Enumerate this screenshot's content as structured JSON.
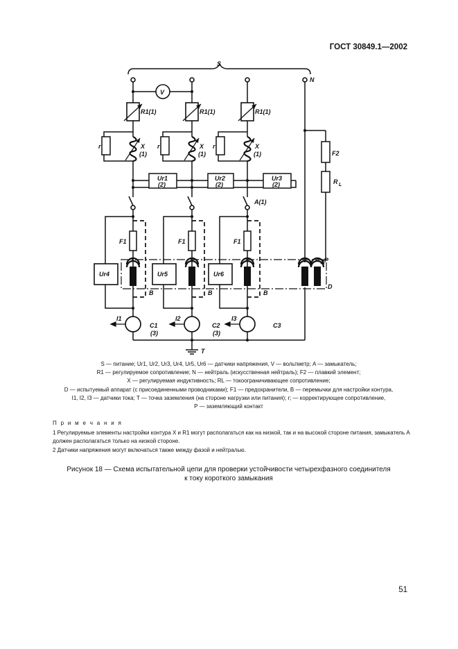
{
  "header": {
    "standard": "ГОСТ 30849.1—2002"
  },
  "diagram": {
    "labels": {
      "S": "S",
      "N": "N",
      "V": "V",
      "R1": "R1(1)",
      "X": "X",
      "X_sub": "(1)",
      "r": "r",
      "Ur1": "Ur1",
      "Ur2": "Ur2",
      "Ur3": "Ur3",
      "Ur_sub": "(2)",
      "A": "A(1)",
      "F1": "F1",
      "F2": "F2",
      "RL": "R",
      "RL_sub": "L",
      "Ur4": "Ur4",
      "Ur5": "Ur5",
      "Ur6": "Ur6",
      "B": "B",
      "D": "D",
      "P": "P",
      "I1": "I1",
      "I2": "I2",
      "I3": "I3",
      "C1": "C1",
      "C2": "C2",
      "C3": "C3",
      "C_sub": "(3)",
      "T": "T"
    }
  },
  "legend": {
    "lines": [
      "S — питание; Ur1, Ur2, Ur3, Ur4, Ur5, Ur6 — датчики напряжения, V — вольтметр; A — замыкатель;",
      "R1 — регулируемое сопротивление; N — нейтраль (искусственная нейтраль); F2 — плавкий элемент;",
      "X — регулируемая индуктивность; RL — токоограничивающее сопротивление;",
      "D — испытуемый аппарат (с присоединенными проводниками); F1 — предохранители, B — перемычки для настройки контура,",
      "I1, I2, I3 — датчики тока; T — точка заземления (на стороне нагрузки или питания); r; — корректирующее сопротивление,",
      "P — заземляющий контакт"
    ]
  },
  "notes": {
    "heading": "П р и м е ч а н и я",
    "items": [
      "1 Регулируемые элементы настройки контура X и R1 могут располагаться как на низкой, так и на высокой стороне питания, замыкатель A должен располагаться только на низкой стороне.",
      "2 Датчики напряжения могут включаться также между фазой и нейтралью."
    ]
  },
  "caption": {
    "line1": "Рисунок 18 — Схема испытательной цепи для проверки устойчивости четырехфазного соединителя",
    "line2": "к току короткого замыкания"
  },
  "footer": {
    "page_number": "51"
  }
}
